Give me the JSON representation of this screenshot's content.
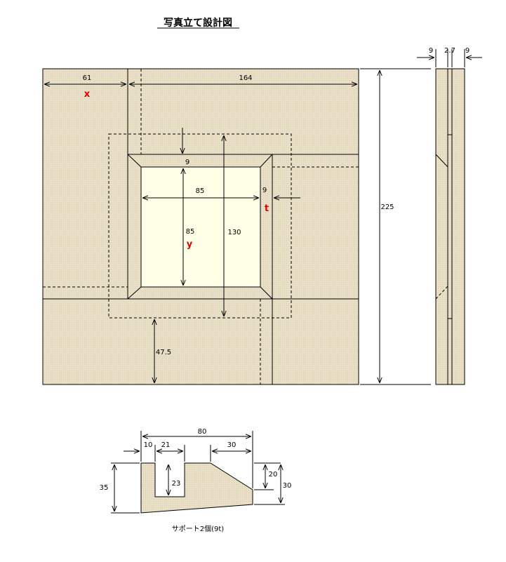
{
  "title": "写真立て設計図",
  "front_view": {
    "dim_left_width": "61",
    "dim_right_width": "164",
    "var_x": "x",
    "dim_frame_top": "9",
    "dim_frame_side": "9",
    "dim_window_width": "85",
    "dim_window_height": "85",
    "dim_inner_height": "130",
    "var_y": "y",
    "var_t": "t",
    "dim_bottom_offset": "47.5",
    "dim_total_height": "225"
  },
  "side_view": {
    "dim_left": "9",
    "dim_middle": "2.7",
    "dim_right": "9"
  },
  "support": {
    "dim_total_width": "80",
    "dim_left_margin": "10",
    "dim_slot_width": "21",
    "dim_bevel_width": "30",
    "dim_height_left": "35",
    "dim_slot_depth": "23",
    "dim_bevel_height": "20",
    "dim_height_right": "30",
    "caption": "サポート2個(9t)"
  },
  "colors": {
    "board": "#e8dfc6",
    "window": "#ffffe8",
    "accent": "#e00000"
  }
}
